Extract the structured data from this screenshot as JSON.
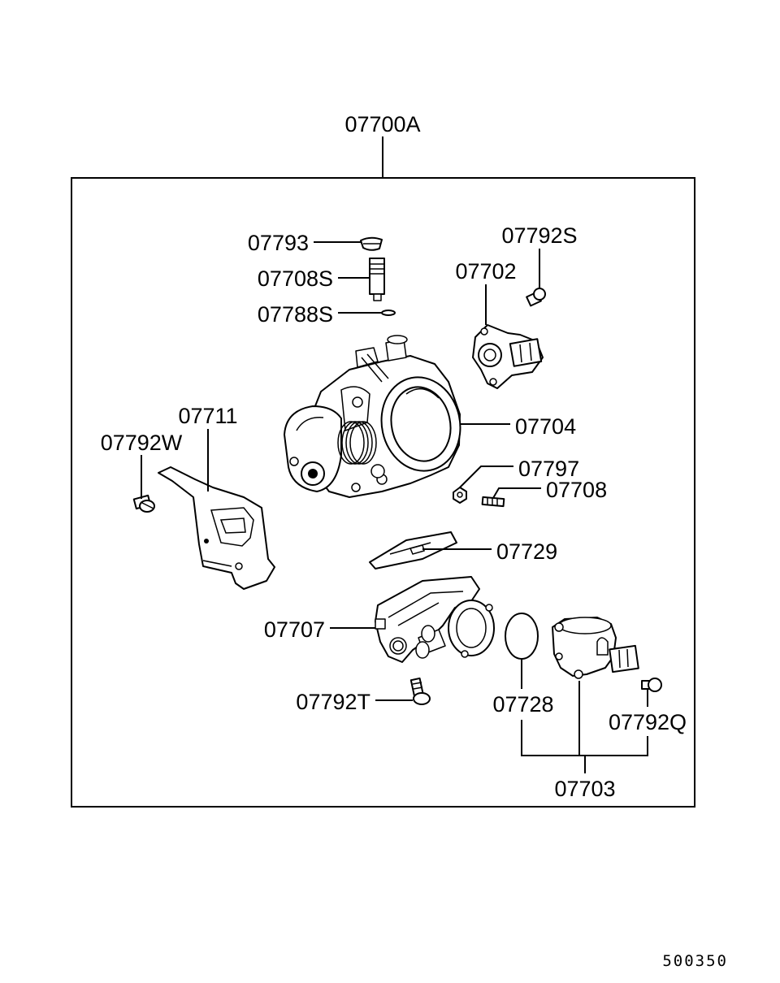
{
  "diagram": {
    "assembly_label": "07700A",
    "reference_code": "500350",
    "parts": {
      "p07793": "07793",
      "p07708s": "07708S",
      "p07788s": "07788S",
      "p07792s": "07792S",
      "p07702": "07702",
      "p07711": "07711",
      "p07792w": "07792W",
      "p07704": "07704",
      "p07797": "07797",
      "p07708": "07708",
      "p07729": "07729",
      "p07707": "07707",
      "p07792t": "07792T",
      "p07728": "07728",
      "p07792q": "07792Q",
      "p07703": "07703"
    }
  }
}
